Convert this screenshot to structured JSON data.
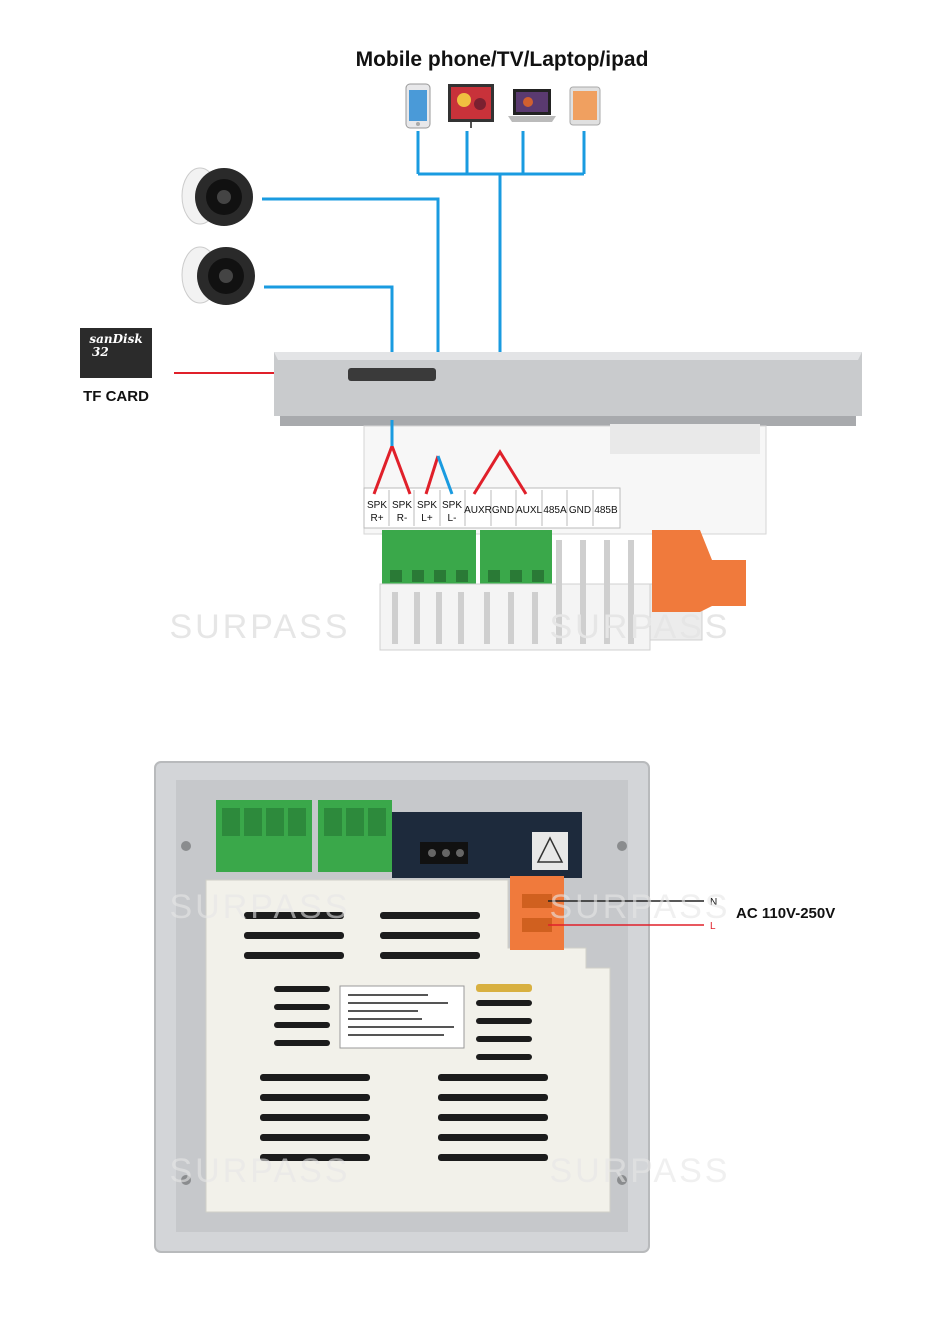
{
  "title": "Mobile phone/TV/Laptop/ipad",
  "tf_card": {
    "label": "TF CARD",
    "brand": "sanDisk",
    "capacity": "32"
  },
  "watermark": "SURPASS",
  "terminals": [
    {
      "top": "SPK",
      "bottom": "R+"
    },
    {
      "top": "SPK",
      "bottom": "R-"
    },
    {
      "top": "SPK",
      "bottom": "L+"
    },
    {
      "top": "SPK",
      "bottom": "L-"
    },
    {
      "top": "AUXR",
      "bottom": ""
    },
    {
      "top": "GND",
      "bottom": ""
    },
    {
      "top": "AUXL",
      "bottom": ""
    },
    {
      "top": "485A",
      "bottom": ""
    },
    {
      "top": "GND",
      "bottom": ""
    },
    {
      "top": "485B",
      "bottom": ""
    }
  ],
  "power": {
    "n_label": "N",
    "l_label": "L",
    "ac_label": "AC 110V-250V"
  },
  "colors": {
    "wire_blue": "#1a9be0",
    "wire_red": "#e0202a",
    "terminal_green": "#3aa84a",
    "terminal_orange": "#f07a3c"
  },
  "devices": [
    "phone-icon",
    "tv-icon",
    "laptop-icon",
    "tablet-icon"
  ]
}
